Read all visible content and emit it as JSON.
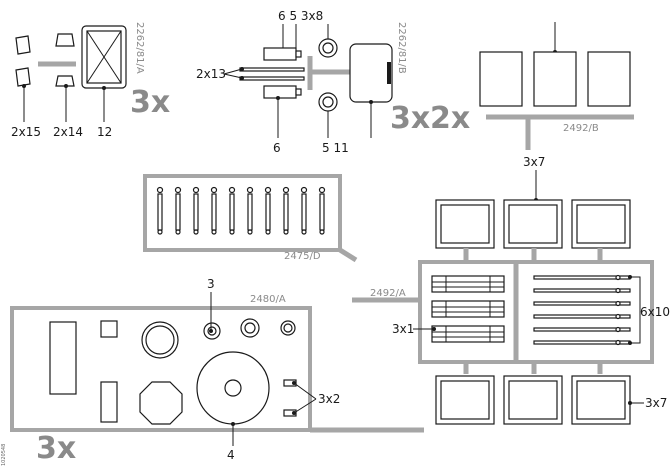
{
  "labels": {
    "qty_2x15": "2x15",
    "qty_2x14": "2x14",
    "pos_12": "12",
    "code_2262_81_A": "2262/81/A",
    "mult_3x_a": "3x",
    "top_6_5_3x8": "6 5 3x8",
    "qty_2x13": "2x13",
    "pos_6": "6",
    "pos_5_11": "5 11",
    "code_2262_81_B": "2262/81/B",
    "mult_3x_b": "3x",
    "mult_2x": "2x",
    "code_2492_B": "2492/B",
    "qty_3x7_top": "3x7",
    "code_2475_D": "2475/D",
    "code_2492_A": "2492/A",
    "qty_3x1": "3x1",
    "qty_6x10": "6x10",
    "qty_3x7_bottom": "3x7",
    "pos_3": "3",
    "code_2480_A": "2480/A",
    "qty_3x2": "3x2",
    "pos_4": "4",
    "mult_3x_c": "3x",
    "side_id": "1020548"
  },
  "colors": {
    "structure_gray": "#a6a6a6",
    "line_black": "#1a1a1a",
    "code_gray": "#8a8a8a"
  }
}
